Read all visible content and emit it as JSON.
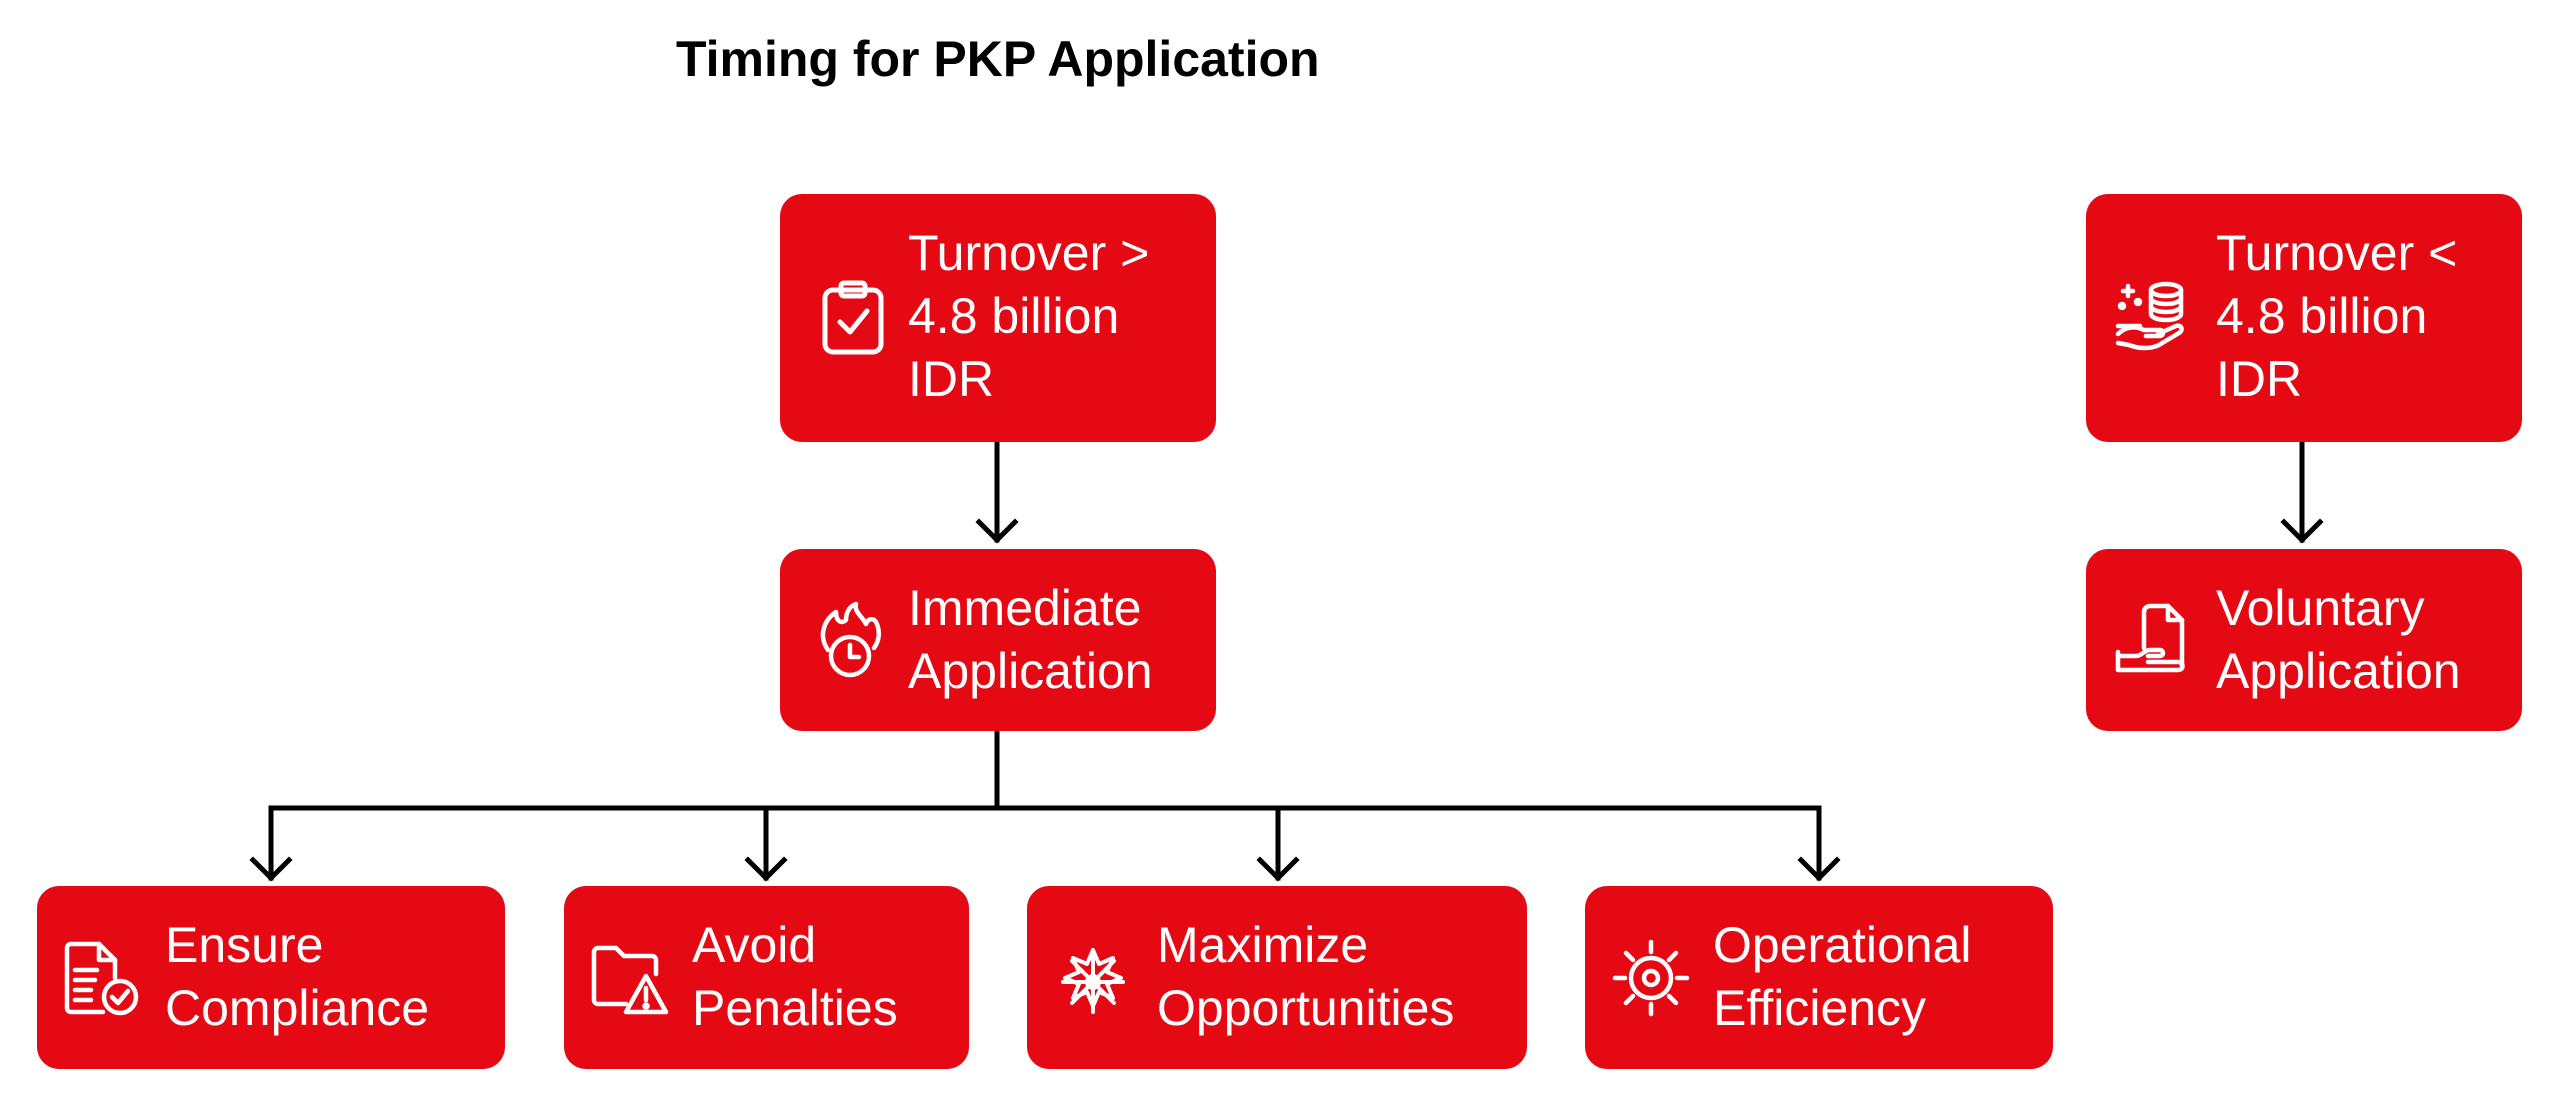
{
  "title": "Timing for PKP Application",
  "colors": {
    "node_fill": "#e50914",
    "node_text": "#ffffff",
    "connector": "#000000",
    "background": "#ffffff"
  },
  "nodes": {
    "turnover_high": {
      "icon": "clipboard-check-icon",
      "lines": [
        "Turnover >",
        "4.8 billion",
        "IDR"
      ]
    },
    "turnover_low": {
      "icon": "hand-coins-icon",
      "lines": [
        "Turnover <",
        "4.8 billion",
        "IDR"
      ]
    },
    "immediate": {
      "icon": "fire-clock-icon",
      "lines": [
        "Immediate",
        "Application"
      ]
    },
    "voluntary": {
      "icon": "hand-document-icon",
      "lines": [
        "Voluntary",
        "Application"
      ]
    },
    "compliance": {
      "icon": "document-check-icon",
      "lines": [
        "Ensure",
        "Compliance"
      ]
    },
    "penalties": {
      "icon": "folder-warning-icon",
      "lines": [
        "Avoid",
        "Penalties"
      ]
    },
    "opportunities": {
      "icon": "snowflake-burst-icon",
      "lines": [
        "Maximize",
        "Opportunities"
      ]
    },
    "efficiency": {
      "icon": "gear-target-icon",
      "lines": [
        "Operational",
        "Efficiency"
      ]
    }
  }
}
